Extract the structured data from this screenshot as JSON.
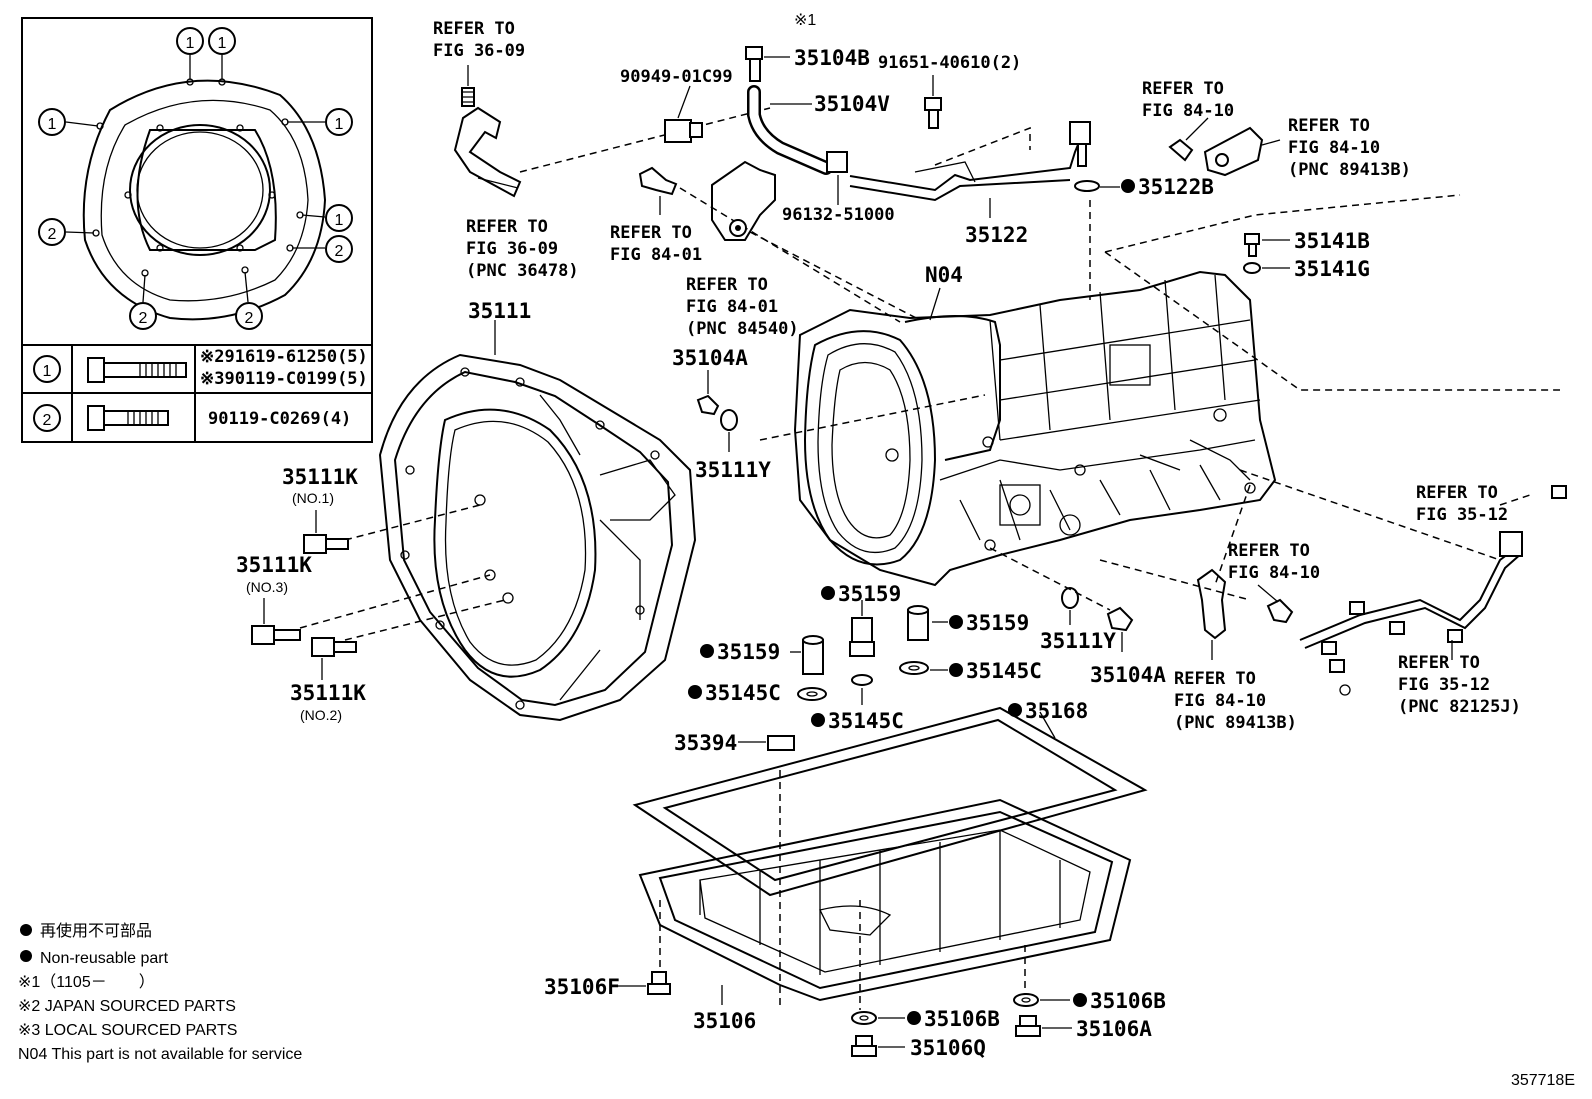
{
  "refs": {
    "fig_36_09_top": [
      "REFER TO",
      "FIG 36-09"
    ],
    "fig_36_09_pnc": [
      "REFER TO",
      "FIG 36-09",
      "(PNC 36478)"
    ],
    "fig_84_01": [
      "REFER TO",
      "FIG 84-01"
    ],
    "fig_84_01_pnc": [
      "REFER TO",
      "FIG 84-01",
      "(PNC 84540)"
    ],
    "fig_84_10_top": [
      "REFER TO",
      "FIG 84-10"
    ],
    "fig_84_10_pnc_top": [
      "REFER TO",
      "FIG 84-10",
      "(PNC 89413B)"
    ],
    "fig_84_10_mid": [
      "REFER TO",
      "FIG 84-10"
    ],
    "fig_84_10_pnc_bot": [
      "REFER TO",
      "FIG 84-10",
      "(PNC 89413B)"
    ],
    "fig_35_12_top": [
      "REFER TO",
      "FIG 35-12"
    ],
    "fig_35_12_pnc": [
      "REFER TO",
      "FIG 35-12",
      "(PNC 82125J)"
    ]
  },
  "parts": {
    "p35104B_note": "※1",
    "p35104B": "35104B",
    "p90949": "90949-01C99",
    "p35104V": "35104V",
    "p91651": "91651-40610(2)",
    "p96132": "96132-51000",
    "p35122": "35122",
    "p35122B": "35122B",
    "p35141B": "35141B",
    "p35141G": "35141G",
    "pN04": "N04",
    "p35111": "35111",
    "p35104A_top": "35104A",
    "p35111Y_top": "35111Y",
    "p35111K_1": "35111K",
    "p35111K_1_sub": "(NO.1)",
    "p35111K_3": "35111K",
    "p35111K_3_sub": "(NO.3)",
    "p35111K_2": "35111K",
    "p35111K_2_sub": "(NO.2)",
    "p35159_a": "35159",
    "p35159_b": "35159",
    "p35159_c": "35159",
    "p35145C_a": "35145C",
    "p35145C_b": "35145C",
    "p35145C_c": "35145C",
    "p35111Y_bot": "35111Y",
    "p35104A_bot": "35104A",
    "p35394": "35394",
    "p35168": "35168",
    "p35106F": "35106F",
    "p35106": "35106",
    "p35106B_a": "35106B",
    "p35106B_b": "35106B",
    "p35106A": "35106A",
    "p35106Q": "35106Q"
  },
  "inset": {
    "callout_1": "1",
    "callout_2": "2",
    "row1_part_a": "※291619-61250(5)",
    "row1_part_b": "※390119-C0199(5)",
    "row2_part": "90119-C0269(4)"
  },
  "legend": {
    "jp_nonreusable": "再使用不可部品",
    "en_nonreusable": "Non-reusable part",
    "note1": "※1（1105－　　）",
    "note2": "※2 JAPAN SOURCED PARTS",
    "note3": "※3 LOCAL SOURCED PARTS",
    "n04_note": "N04 This part is not available for service"
  },
  "figure_id": "357718E"
}
